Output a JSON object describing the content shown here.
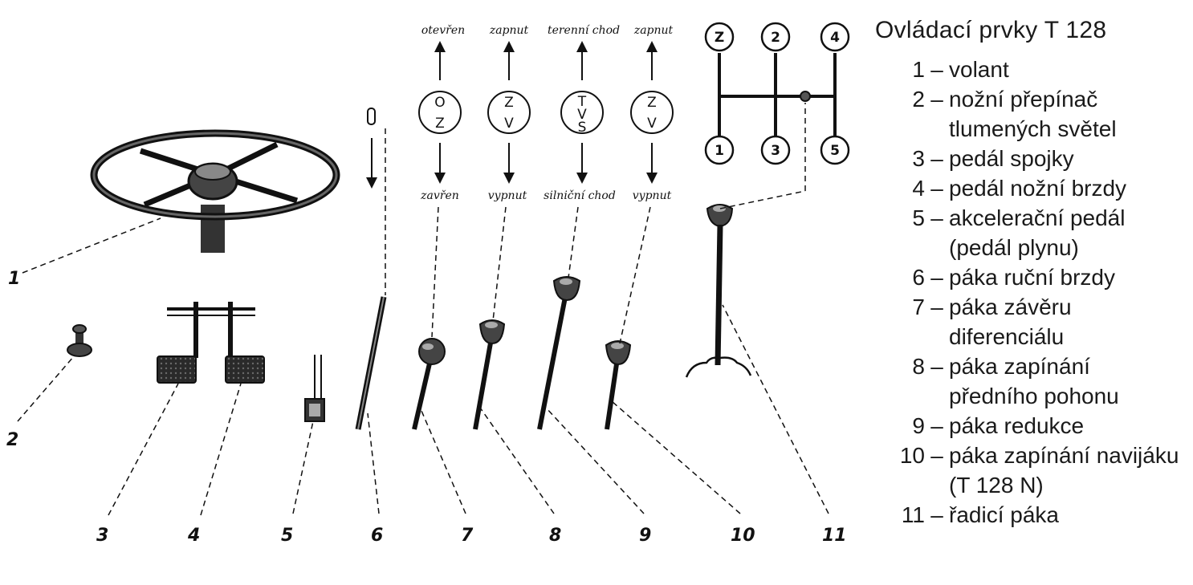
{
  "legend": {
    "title": "Ovládací prvky T 128",
    "items": [
      {
        "num": "1",
        "lines": [
          "volant"
        ]
      },
      {
        "num": "2",
        "lines": [
          "nožní přepínač",
          "tlumených světel"
        ]
      },
      {
        "num": "3",
        "lines": [
          "pedál spojky"
        ]
      },
      {
        "num": "4",
        "lines": [
          "pedál nožní brzdy"
        ]
      },
      {
        "num": "5",
        "lines": [
          "akcelerační pedál",
          "(pedál plynu)"
        ]
      },
      {
        "num": "6",
        "lines": [
          "páka ruční brzdy"
        ]
      },
      {
        "num": "7",
        "lines": [
          "páka závěru diferenciálu"
        ]
      },
      {
        "num": "8",
        "lines": [
          "páka zapínání",
          "předního pohonu"
        ]
      },
      {
        "num": "9",
        "lines": [
          "páka redukce"
        ]
      },
      {
        "num": "10",
        "lines": [
          "páka zapínání navijáku",
          "(T 128 N)"
        ]
      },
      {
        "num": "11",
        "lines": [
          "řadicí páka"
        ]
      }
    ],
    "dash": "–"
  },
  "callouts": [
    "1",
    "2",
    "3",
    "4",
    "5",
    "6",
    "7",
    "8",
    "9",
    "10",
    "11"
  ],
  "switch_positions": [
    {
      "up_label": "otevřen",
      "down_label": "zavřen",
      "circle": [
        "O",
        "Z"
      ]
    },
    {
      "up_label": "zapnut",
      "down_label": "vypnut",
      "circle": [
        "Z",
        "V"
      ]
    },
    {
      "up_label": "terenní chod",
      "down_label": "silniční chod",
      "circle": [
        "T",
        "V",
        "S"
      ]
    },
    {
      "up_label": "zapnut",
      "down_label": "vypnut",
      "circle": [
        "Z",
        "V"
      ]
    }
  ],
  "gear_pattern": {
    "top": [
      "Z",
      "2",
      "4"
    ],
    "bottom": [
      "1",
      "3",
      "5"
    ]
  },
  "colors": {
    "ink": "#111111",
    "background": "#ffffff"
  }
}
